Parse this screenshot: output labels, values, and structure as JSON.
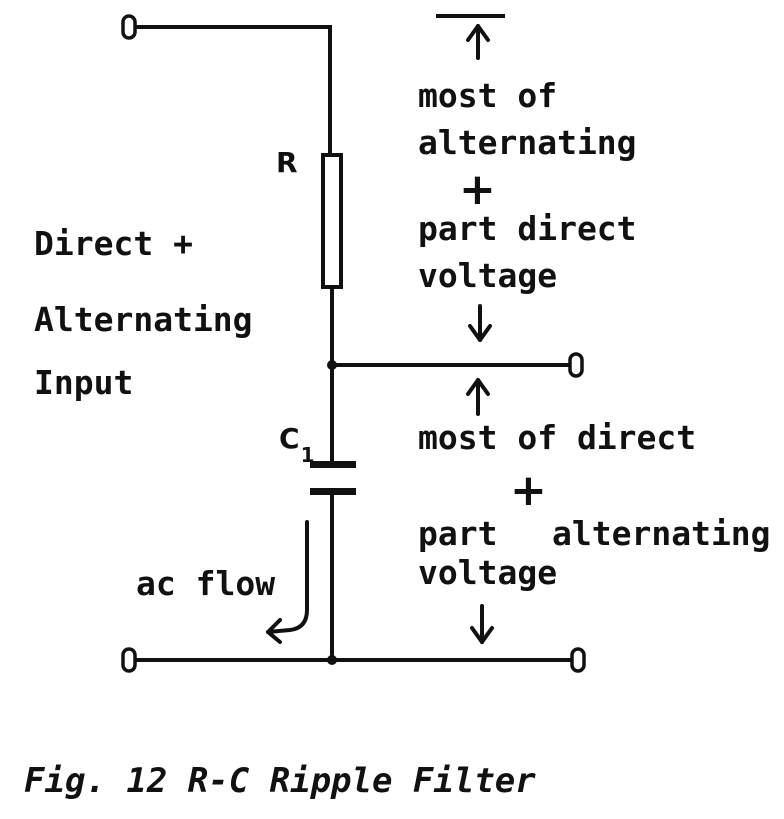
{
  "components": {
    "resistor": "R",
    "capacitor": "C",
    "capacitor_subscript": "1"
  },
  "input": {
    "line1": "Direct +",
    "line2": "Alternating",
    "line3": "Input"
  },
  "top_output": {
    "line1": "most of",
    "line2": "alternating",
    "plus": "+",
    "line3": "part direct",
    "line4": "voltage"
  },
  "bottom_output": {
    "line1": "most of direct",
    "plus": "+",
    "line2": "part",
    "line2b": "alternating",
    "line3": "voltage"
  },
  "ac_flow_label": "ac flow",
  "caption": "Fig. 12 R-C Ripple Filter"
}
